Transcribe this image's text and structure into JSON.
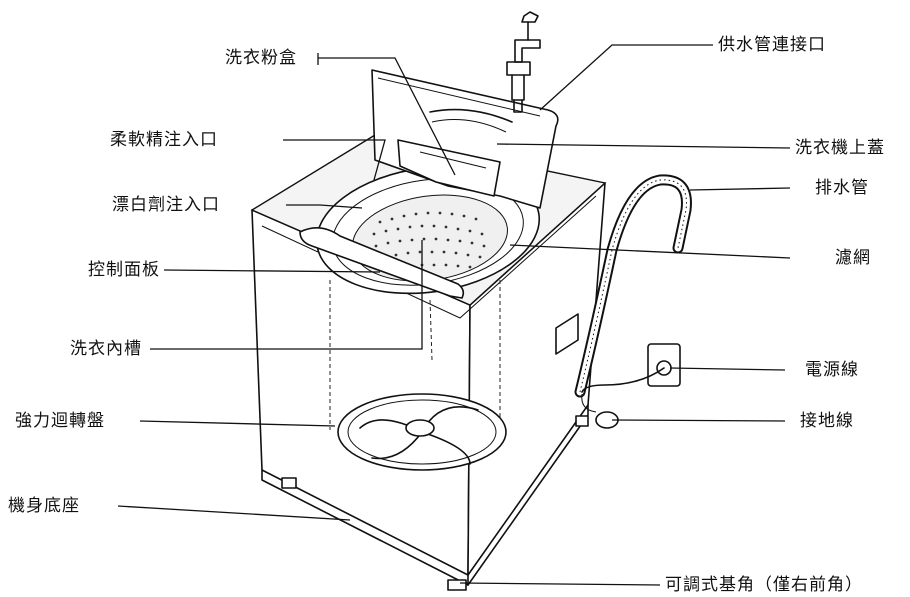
{
  "labels": {
    "detergent_box": "洗衣粉盒",
    "water_inlet": "供水管連接口",
    "softener_inlet": "柔軟精注入口",
    "top_lid": "洗衣機上蓋",
    "bleach_inlet": "漂白劑注入口",
    "drain_hose": "排水管",
    "filter": "濾網",
    "control_panel": "控制面板",
    "inner_tub": "洗衣內槽",
    "power_cord": "電源線",
    "pulsator": "強力迴轉盤",
    "ground_wire": "接地線",
    "cabinet_base": "機身底座",
    "adjustable_foot": "可調式基角（僅右前角）"
  }
}
